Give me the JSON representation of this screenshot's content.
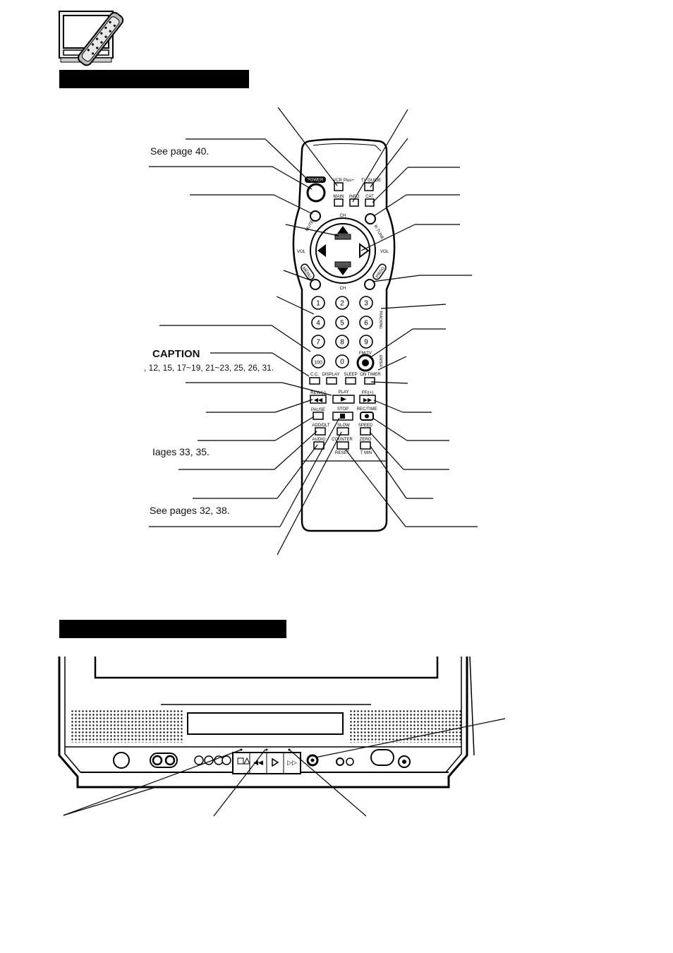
{
  "remote_labels": {
    "see_page_40": "See page 40.",
    "caption": "CAPTION",
    "caption_pages": ", 12, 15, 17~19, 21~23, 25, 26, 31.",
    "pages_33_35": "Ιages 33, 35.",
    "see_pages_32_38": "See pages 32, 38."
  },
  "remote_buttons": {
    "power": "POWER",
    "vcr_plus": "VCR Plus+",
    "tv_guide": "TV GUIDE",
    "main": "MAIN",
    "info": "INFO",
    "cat": "CAT",
    "mute": "MUTE",
    "rtune": "R-TUNE",
    "ch": "CH",
    "vol": "VOL",
    "menu": "MENU",
    "prog": "PROG",
    "tracking": "TRACKING",
    "digits": [
      "1",
      "2",
      "3",
      "4",
      "5",
      "6",
      "7",
      "8",
      "9",
      "100",
      "0"
    ],
    "fm_tv": "FM/TV",
    "enter": "ENTER",
    "cc": "C.C.",
    "display": "DISPLAY",
    "sleep": "SLEEP",
    "on_timer": "ON TIMER",
    "rew": "REW/(-)",
    "play": "PLAY",
    "ff": "FF/(+)",
    "pause": "PAUSE",
    "stop": "STOP",
    "rec_time": "REC/TIME",
    "add_dlt": "ADD/DLT",
    "slow": "SLOW",
    "speed": "SPEED",
    "audio": "AUDIO",
    "counter": "COUNTER",
    "zero": "ZERO",
    "reset": "RESET",
    "tmin": "T MIN"
  }
}
